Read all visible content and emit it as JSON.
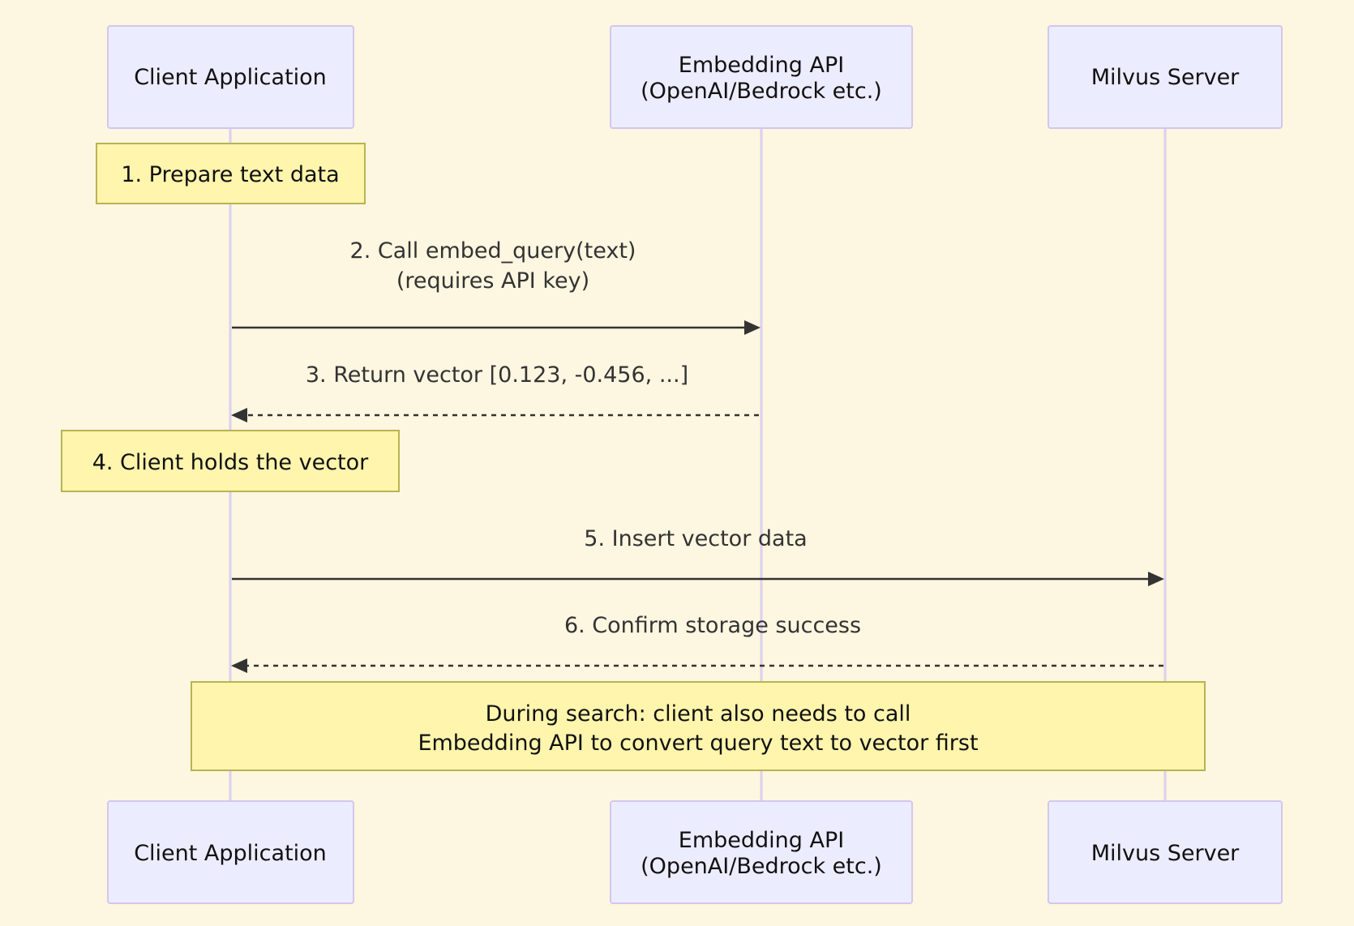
{
  "participants": [
    {
      "id": "client",
      "label_lines": [
        "Client Application"
      ]
    },
    {
      "id": "embed",
      "label_lines": [
        "Embedding API",
        "(OpenAI/Bedrock etc.)"
      ]
    },
    {
      "id": "milvus",
      "label_lines": [
        "Milvus Server"
      ]
    }
  ],
  "notes": [
    {
      "id": "note-1",
      "lines": [
        "1. Prepare text data"
      ]
    },
    {
      "id": "note-4",
      "lines": [
        "4. Client holds the vector"
      ]
    },
    {
      "id": "note-search",
      "lines": [
        "During search: client also needs to call",
        "Embedding API to convert query text to vector first"
      ]
    }
  ],
  "messages": [
    {
      "id": "msg-2",
      "from": "client",
      "to": "embed",
      "style": "solid",
      "lines": [
        "2. Call embed_query(text)",
        "(requires API key)"
      ]
    },
    {
      "id": "msg-3",
      "from": "embed",
      "to": "client",
      "style": "dashed",
      "lines": [
        "3. Return vector [0.123, -0.456, ...]"
      ]
    },
    {
      "id": "msg-5",
      "from": "client",
      "to": "milvus",
      "style": "solid",
      "lines": [
        "5. Insert vector data"
      ]
    },
    {
      "id": "msg-6",
      "from": "milvus",
      "to": "client",
      "style": "dashed",
      "lines": [
        "6. Confirm storage success"
      ]
    }
  ]
}
